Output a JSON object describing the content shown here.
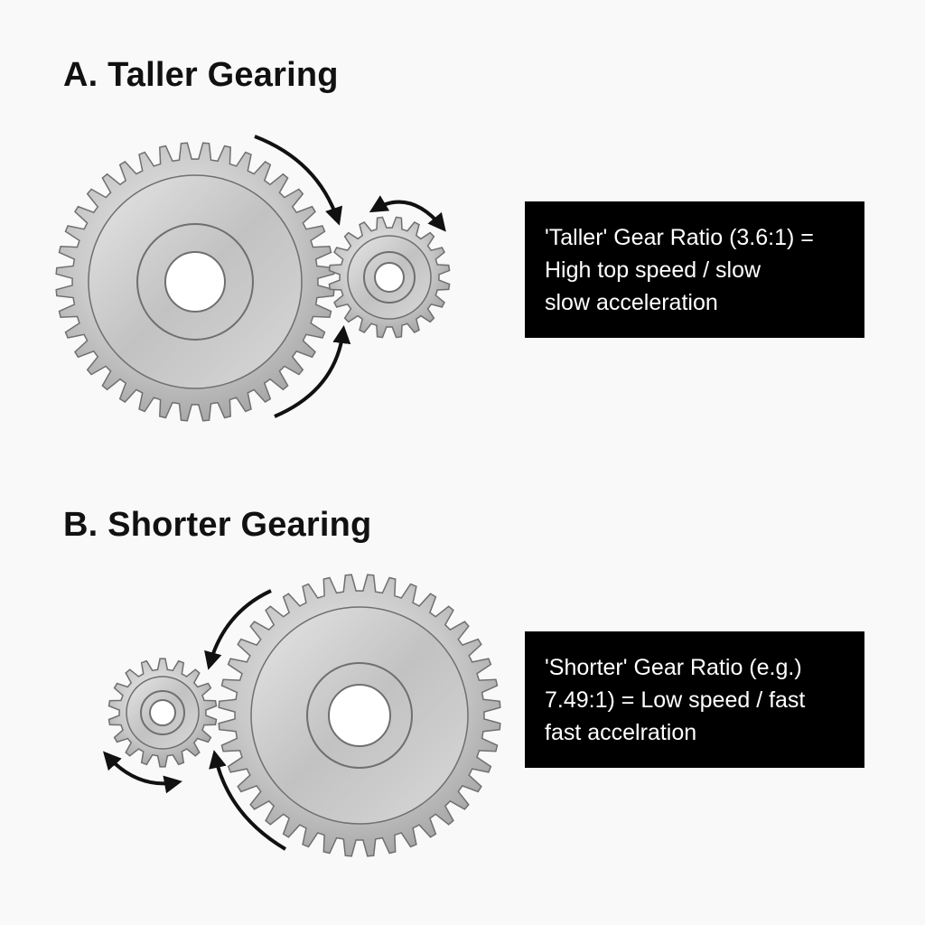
{
  "section_a": {
    "title": "A. Taller Gearing",
    "caption_lines": [
      "'Taller' Gear Ratio (3.6:1) =",
      "High top speed / slow",
      "slow acceleration"
    ]
  },
  "section_b": {
    "title": "B. Shorter Gearing",
    "caption_lines": [
      "'Shorter' Gear Ratio (e.g.)",
      "7.49:1) = Low speed / fast",
      "fast accelration"
    ]
  },
  "colors": {
    "background": "#f9f9f9",
    "gear_metal": "#c7c7c7",
    "gear_edge": "#6f6f6f",
    "caption_bg": "#000000",
    "caption_text": "#ffffff",
    "arrow": "#111111"
  },
  "icons": [
    "large-gear-icon",
    "small-gear-icon",
    "rotation-arrow-icon",
    "double-arrow-icon"
  ]
}
